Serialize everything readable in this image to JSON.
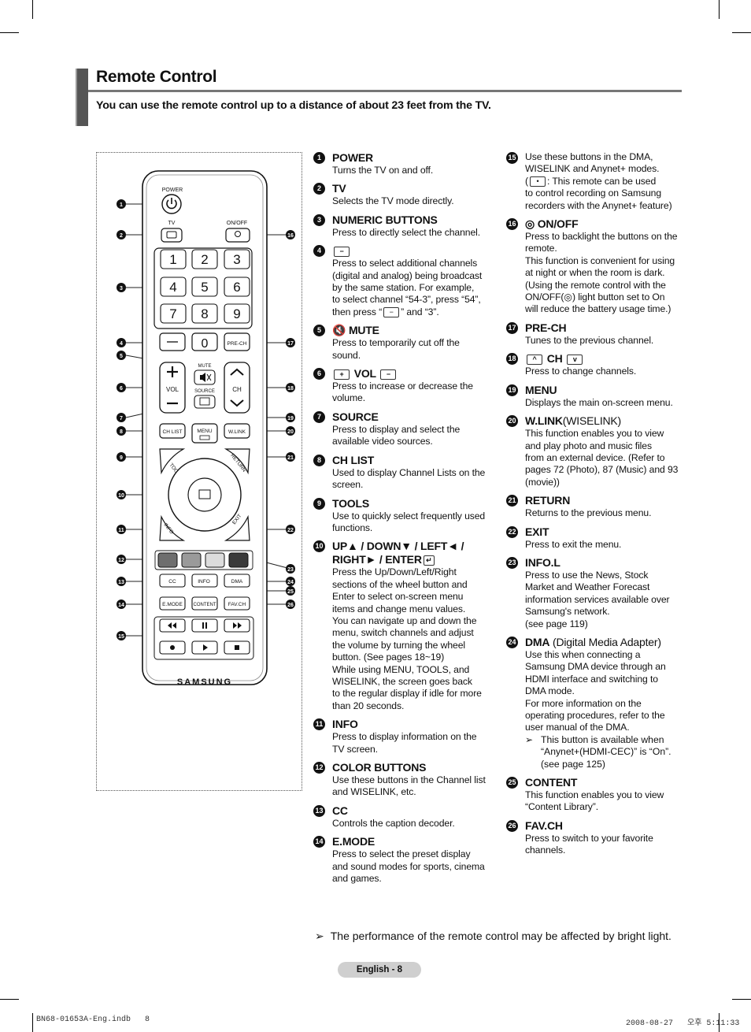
{
  "header": {
    "title": "Remote Control",
    "intro": "You can use the remote control up to a distance of about 23 feet from the TV."
  },
  "remote": {
    "power_label": "POWER",
    "tv_label": "TV",
    "onoff_label": "ON/OFF",
    "digits": [
      "1",
      "2",
      "3",
      "4",
      "5",
      "6",
      "7",
      "8",
      "9"
    ],
    "zero": "0",
    "prech_label": "PRE-CH",
    "mute_label": "MUTE",
    "vol_label": "VOL",
    "source_label": "SOURCE",
    "ch_label": "CH",
    "chlist_label": "CH LIST",
    "menu_label": "MENU",
    "wlink_label": "W.LINK",
    "tools_label": "TOOLS",
    "return_label": "RETURN",
    "info_label": "INFO",
    "exit_label": "EXIT",
    "cc_label": "CC",
    "info2_label": "INFO",
    "dma_label": "DMA",
    "emode_label": "E.MODE",
    "content_label": "CONTENT",
    "favch_label": "FAV.CH",
    "brand": "SAMSUNG",
    "color_buttons": [
      "#6e6e6e",
      "#9a9a9a",
      "#dcdcdc",
      "#3a3a3a"
    ],
    "callouts_left": [
      "1",
      "2",
      "3",
      "4",
      "5",
      "6",
      "7",
      "8",
      "9",
      "10",
      "11",
      "12",
      "13",
      "14",
      "15"
    ],
    "callouts_right": [
      "16",
      "17",
      "18",
      "19",
      "20",
      "21",
      "22",
      "23",
      "24",
      "25",
      "26"
    ]
  },
  "items": [
    {
      "num": "1",
      "title": "POWER",
      "extra": "",
      "desc": "Turns the TV on and off."
    },
    {
      "num": "2",
      "title": "TV",
      "extra": "",
      "desc": "Selects the TV mode directly."
    },
    {
      "num": "3",
      "title": "NUMERIC BUTTONS",
      "extra": "",
      "desc": "Press to directly select the channel."
    },
    {
      "num": "4",
      "title": "",
      "extra": "",
      "desc": "Press to select additional channels\n(digital and analog) being broadcast\nby the same station. For example,\nto select channel “54-3”, press “54”,\nthen press “",
      "desc_after": "” and “3”."
    },
    {
      "num": "5",
      "title": "MUTE",
      "extra": "",
      "desc": "Press to temporarily cut off the\nsound."
    },
    {
      "num": "6",
      "title": "VOL",
      "extra": "",
      "desc": "Press to increase or decrease the\nvolume."
    },
    {
      "num": "7",
      "title": "SOURCE",
      "extra": "",
      "desc": "Press to display and select the\navailable video sources."
    },
    {
      "num": "8",
      "title": "CH LIST",
      "extra": "",
      "desc": "Used to display Channel Lists on the\nscreen."
    },
    {
      "num": "9",
      "title": "TOOLS",
      "extra": "",
      "desc": "Use to quickly select frequently used\nfunctions."
    },
    {
      "num": "10",
      "title": "UP▲ / DOWN▼ / LEFT◄ /\nRIGHT► / ENTER",
      "extra": "",
      "desc": "Press the Up/Down/Left/Right\nsections of the wheel button and\nEnter to select on-screen menu\nitems and change menu values.\nYou can navigate up and down the\nmenu, switch channels and adjust\nthe volume by turning the wheel\nbutton. (See pages 18~19)\nWhile using MENU, TOOLS, and\nWISELINK, the screen goes back\nto the regular display if idle for more\nthan 20 seconds."
    },
    {
      "num": "11",
      "title": "INFO",
      "extra": "",
      "desc": "Press to display information on the\nTV screen."
    },
    {
      "num": "12",
      "title": "COLOR BUTTONS",
      "extra": "",
      "desc": "Use these buttons in the Channel list\nand WISELINK, etc."
    },
    {
      "num": "13",
      "title": "CC",
      "extra": "",
      "desc": "Controls the caption decoder."
    },
    {
      "num": "14",
      "title": "E.MODE",
      "extra": "",
      "desc": "Press to select the preset display\nand sound modes for sports, cinema\nand games."
    },
    {
      "num": "15",
      "title": "",
      "extra": "",
      "desc": "Use these buttons in the DMA,\nWISELINK and Anynet+ modes.\n(",
      "desc_after": ": This remote can be used\nto control recording on Samsung\nrecorders with the Anynet+ feature)"
    },
    {
      "num": "16",
      "title": "ON/OFF",
      "extra": "",
      "desc": "Press to backlight the buttons on the\nremote.\nThis function is convenient for using\nat night or when the room is dark.\n(Using the remote control with the\nON/OFF(",
      "desc_after": ") light button set to On\nwill reduce the battery usage time.)"
    },
    {
      "num": "17",
      "title": "PRE-CH",
      "extra": "",
      "desc": "Tunes to the previous channel."
    },
    {
      "num": "18",
      "title": "CH",
      "extra": "",
      "desc": "Press to change channels."
    },
    {
      "num": "19",
      "title": "MENU",
      "extra": "",
      "desc": "Displays the main on-screen menu."
    },
    {
      "num": "20",
      "title": "W.LINK",
      "extra": "(WISELINK)",
      "desc": "This function enables you to view\nand play photo and music files\nfrom an external device. (Refer to\npages 72 (Photo), 87 (Music) and 93\n(movie))"
    },
    {
      "num": "21",
      "title": "RETURN",
      "extra": "",
      "desc": "Returns to the previous menu."
    },
    {
      "num": "22",
      "title": "EXIT",
      "extra": "",
      "desc": "Press to exit the menu."
    },
    {
      "num": "23",
      "title": "INFO.L",
      "extra": "",
      "desc": "Press to use the News, Stock\nMarket and Weather Forecast\ninformation services available over\nSamsung's network.\n(see page 119)"
    },
    {
      "num": "24",
      "title": "DMA",
      "extra": " (Digital Media Adapter)",
      "desc": "Use this when connecting a\nSamsung DMA device through an\nHDMI interface and switching to\nDMA mode.\nFor more information on the\noperating procedures, refer to the\nuser manual of the DMA.",
      "sub_arrow": "➢",
      "sub": "This button is available when\n“Anynet+(HDMI-CEC)” is “On”.\n(see page 125)"
    },
    {
      "num": "25",
      "title": "CONTENT",
      "extra": "",
      "desc": "This function enables you to view\n“Content Library”."
    },
    {
      "num": "26",
      "title": "FAV.CH",
      "extra": "",
      "desc": "Press to switch to your favorite\nchannels."
    }
  ],
  "footer": {
    "note_arrow": "➢",
    "note": "The performance of the remote control may be affected by bright light.",
    "page_label": "English - 8",
    "file_info": "BN68-01653A-Eng.indb   8",
    "timestamp": "2008-08-27   오후 5:11:33"
  }
}
